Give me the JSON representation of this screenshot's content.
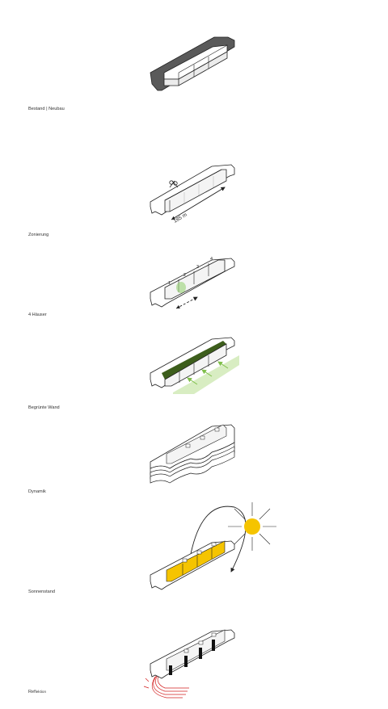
{
  "captions": {
    "bestand": "Bestand | Neubau",
    "zonierung": "Zonierung",
    "haeuser": "4 Häuser",
    "wand": "Begrünte Wand",
    "dynamik": "Dynamik",
    "sonnenstand": "Sonnenstand",
    "reflektion_a": "Ref",
    "reflektion_b": "lektion"
  },
  "labels": {
    "length": "185 m",
    "house_numbers": [
      "1",
      "2",
      "3",
      "4"
    ]
  },
  "colors": {
    "existing": "#5a5a5a",
    "green_strip": "#3d5e1c",
    "green_light": "#c8e6a8",
    "green_arrow": "#7fbf4a",
    "facade_yellow": "#f5c400",
    "sun": "#f5c400",
    "reflection": "#d32020",
    "line": "#222222"
  },
  "icons": [
    "scissors-icon",
    "sun-icon",
    "double-arrow-icon",
    "curved-arrow-icon"
  ]
}
